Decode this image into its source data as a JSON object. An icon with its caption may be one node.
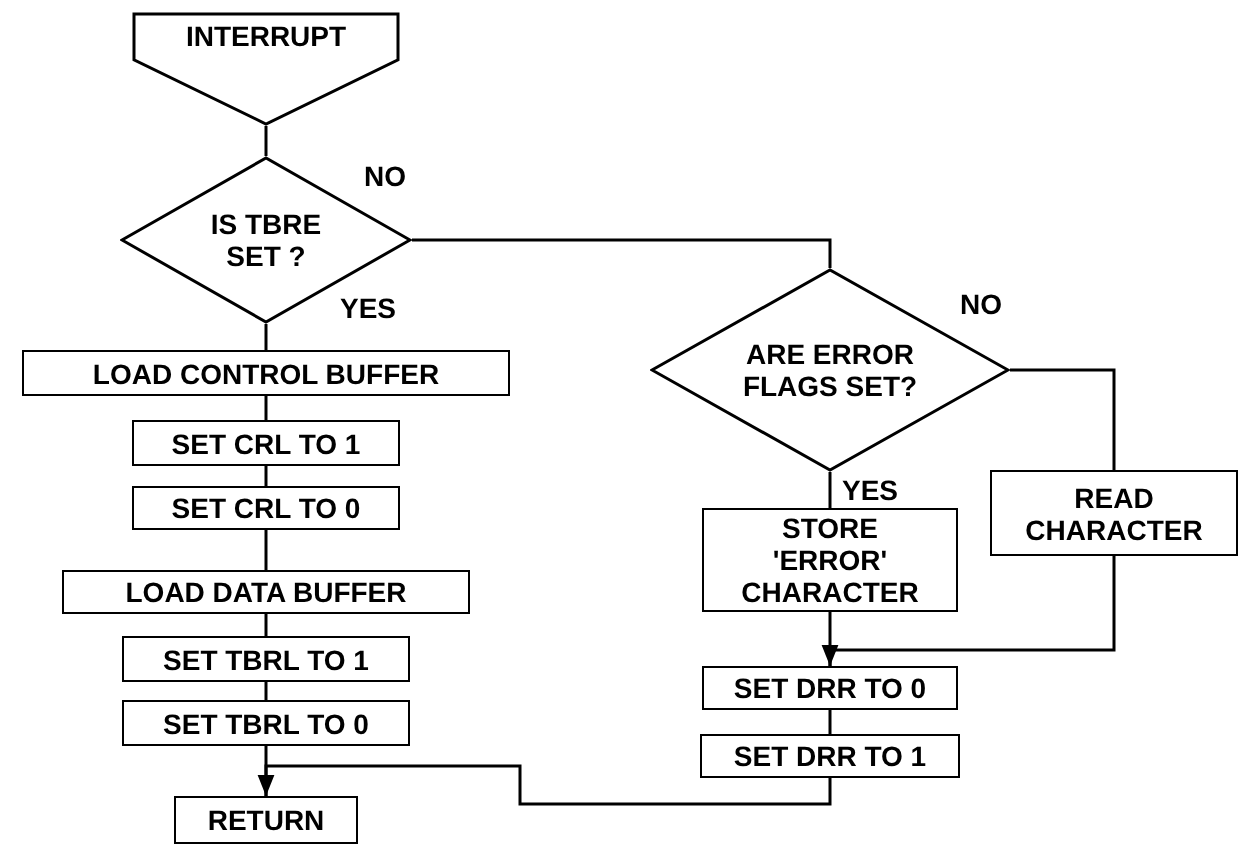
{
  "diagram": {
    "nodes": [
      {
        "text": [
          "INTERRUPT"
        ]
      },
      {
        "text": [
          "IS TBRE SET ?"
        ]
      },
      {
        "text": [
          "LOAD CONTROL BUFFER"
        ]
      },
      {
        "text": [
          "SET CRL TO 1"
        ]
      },
      {
        "text": [
          "SET CRL TO 0"
        ]
      },
      {
        "text": [
          "LOAD DATA BUFFER"
        ]
      },
      {
        "text": [
          "SET TBRL TO 1"
        ]
      },
      {
        "text": [
          "SET TBRL TO 0"
        ]
      },
      {
        "text": [
          "RETURN"
        ]
      },
      {
        "text": [
          "ARE ERROR FLAGS SET?"
        ]
      },
      {
        "text": [
          "STORE 'ERROR' CHARACTER"
        ]
      },
      {
        "text": [
          "READ CHARACTER"
        ]
      },
      {
        "text": [
          "SET DRR TO 0"
        ]
      },
      {
        "text": [
          "SET DRR TO 1"
        ]
      }
    ],
    "edges": [
      {
        "from": 0,
        "to": 1,
        "arrow": "none"
      },
      {
        "from": 1,
        "to": 2,
        "arrow": "none",
        "label": "YES"
      },
      {
        "from": 1,
        "to": 9,
        "arrow": "none",
        "label": "NO"
      },
      {
        "from": 2,
        "to": 3,
        "arrow": "none"
      },
      {
        "from": 3,
        "to": 4,
        "arrow": "none"
      },
      {
        "from": 4,
        "to": 5,
        "arrow": "none"
      },
      {
        "from": 5,
        "to": 6,
        "arrow": "none"
      },
      {
        "from": 6,
        "to": 7,
        "arrow": "none"
      },
      {
        "from": 7,
        "to": 8,
        "arrow": "none"
      },
      {
        "from": 9,
        "to": 10,
        "arrow": "none",
        "label": "YES"
      },
      {
        "from": 9,
        "to": 11,
        "arrow": "none",
        "label": "NO"
      },
      {
        "from": 10,
        "to": 12,
        "arrow": "none"
      },
      {
        "from": 11,
        "to": 12,
        "arrow": "to"
      },
      {
        "from": 12,
        "to": 13,
        "arrow": "none"
      },
      {
        "from": 13,
        "to": 8,
        "arrow": "to"
      }
    ]
  }
}
